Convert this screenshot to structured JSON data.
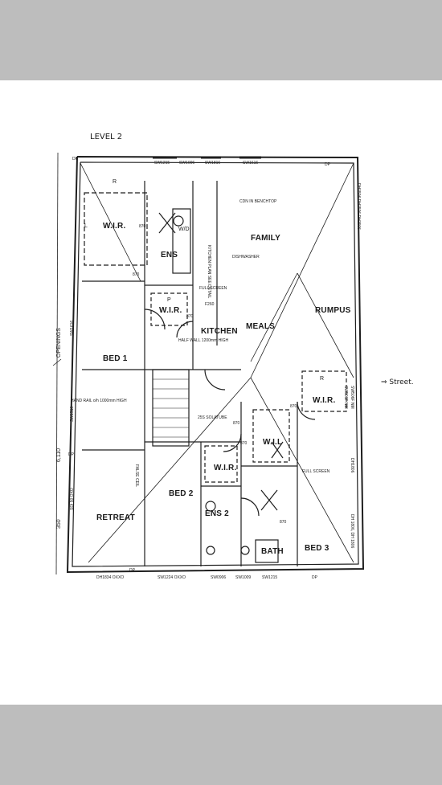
{
  "title": "LEVEL 2",
  "rooms": {
    "wir_top": "W.I.R.",
    "ens": "ENS",
    "family": "FAMILY",
    "wir_mid": "W.I.R.",
    "rumpus": "RUMPUS",
    "kitchen": "KITCHEN",
    "meals": "MEALS",
    "bed1": "BED 1",
    "wir_right": "W.I.R.",
    "wil": "W.I.L",
    "wir_lower": "W.I.R.",
    "bed2": "BED 2",
    "retreat": "RETREAT",
    "ens2": "ENS 2",
    "bath": "BATH",
    "bed3": "BED 3"
  },
  "notes": {
    "cdn_benchtop": "CDN IN BENCHTOP",
    "dishwasher": "DISHWASHER",
    "kitchen_plan": "KITCHEN PLAN SEE DETAIL",
    "full_screen_kitchen": "FULL SCREEN",
    "f260": "F260",
    "hand_rail": "HAND RAIL o/h 1000mm HIGH",
    "half_wall": "HALF WALL 1200mm HIGH",
    "ssl_tube": "25S SOLATUBE",
    "full_screen": "FULL SCREEN",
    "false_ceil": "FALSE CEIL",
    "d870": "870",
    "p": "P",
    "r": "R",
    "l": "L",
    "wd": "W/D"
  },
  "windows_top": [
    "SW1215",
    "SW1006",
    "SW1816",
    "SW1616"
  ],
  "windows_bottom": [
    "DH1834 OXXO",
    "SW1224 OXXO",
    "SW0906",
    "SW1009",
    "SW1215"
  ],
  "windows_left": [
    "SW1616",
    "SW1516",
    "SDI 50 OXO"
  ],
  "windows_right": [
    "DH1506 DH1506 DH1506",
    "SW506F NM",
    "SW506F NM",
    "DH1806",
    "DH 1806, DH 1806"
  ],
  "dp": "DP",
  "dims": {
    "openings": "OPENINGS",
    "width": "6,110",
    "w350": "350"
  },
  "street_note": "⇒ Street."
}
